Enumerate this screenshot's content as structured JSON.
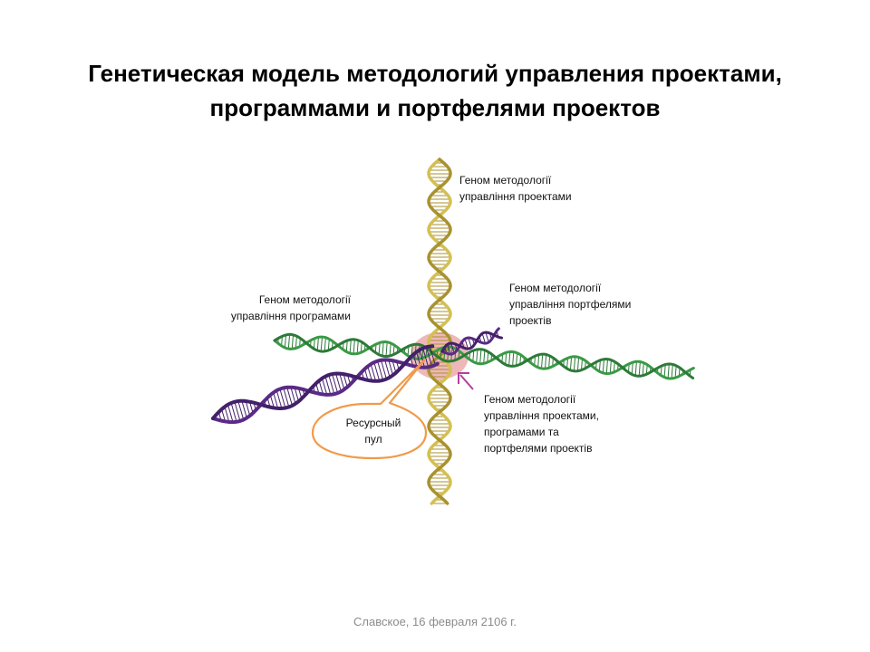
{
  "slide": {
    "title_line1": "Генетическая модель методологий управления проектами,",
    "title_line2": "программами и портфелями проектов",
    "footer": "Славское, 16 февраля 2106  г."
  },
  "labels": {
    "projects": [
      "Геном методології",
      "управління проектами"
    ],
    "programs": [
      "Геном методології",
      "управління програмами"
    ],
    "portfolios": [
      "Геном методології",
      "управління портфелями",
      "проектів"
    ],
    "combined": [
      "Геном методології",
      "управління проектами,",
      "програмами та",
      "портфелями проектів"
    ]
  },
  "callout": [
    "Ресурсный",
    "пул"
  ],
  "colors": {
    "gold_helix": "#d4bf52",
    "gold_dark": "#a89230",
    "green_helix": "#3a9a46",
    "purple_helix": "#5a2a86",
    "pool": "#e8a0a0",
    "callout_stroke": "#f09a4a",
    "arrow": "#b040a0"
  }
}
